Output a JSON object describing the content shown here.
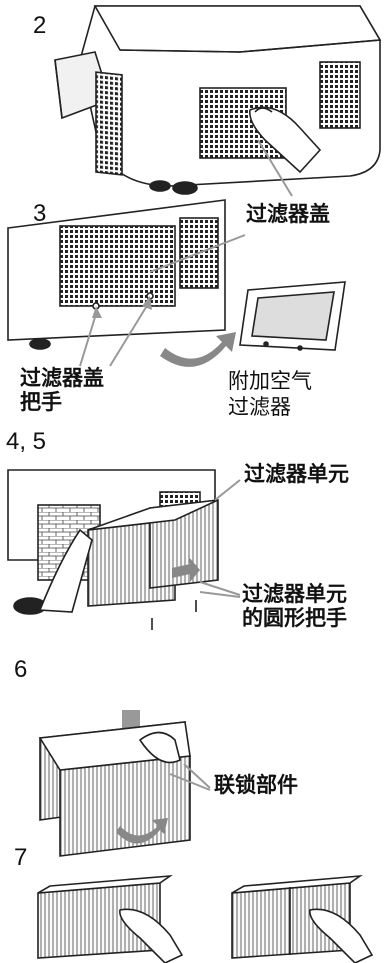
{
  "steps": {
    "s2": "2",
    "s3": "3",
    "s45": "4,  5",
    "s6": "6",
    "s7": "7"
  },
  "labels": {
    "filter_cover": "过滤器盖",
    "filter_cover_handle_line1": "过滤器盖",
    "filter_cover_handle_line2": "把手",
    "extra_filter_line1": "附加空气",
    "extra_filter_line2": "过滤器",
    "filter_unit": "过滤器单元",
    "filter_unit_knob_line1": "过滤器单元",
    "filter_unit_knob_line2": "的圆形把手",
    "interlock_part": "联锁部件"
  }
}
